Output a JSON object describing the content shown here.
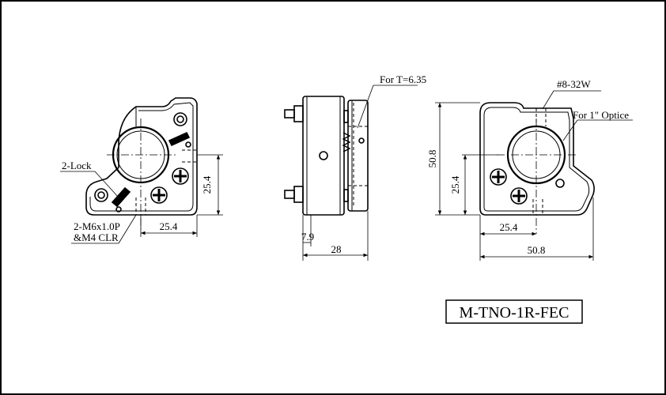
{
  "drawing": {
    "model_number": "M-TNO-1R-FEC",
    "front_view": {
      "callouts": {
        "lock": "2-Lock",
        "mount_thread_line1": "2-M6x1.0P",
        "mount_thread_line2": "&M4 CLR"
      },
      "dimensions": {
        "vertical": "25.4",
        "horizontal": "25.4"
      }
    },
    "side_view": {
      "callouts": {
        "thickness": "For T=6.35"
      },
      "dimensions": {
        "small_width": "7.9",
        "overall_width": "28"
      }
    },
    "rear_view": {
      "callouts": {
        "screw": "#8-32W",
        "optic": "For 1\" Optice"
      },
      "dimensions": {
        "overall_height": "50.8",
        "center_height": "25.4",
        "center_width": "25.4",
        "overall_width": "50.8"
      }
    }
  },
  "colors": {
    "line": "#000000",
    "fill_dark": "#000000",
    "background": "#ffffff"
  }
}
